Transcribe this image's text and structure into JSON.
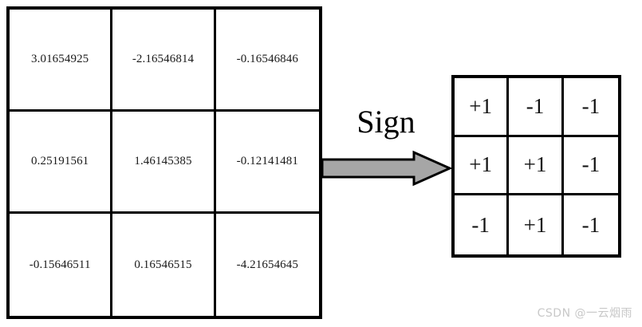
{
  "figure": {
    "operation_label": "Sign",
    "arrow_icon": "right-block-arrow-icon",
    "arrow_fill": "#a6a6a6",
    "arrow_stroke": "#000000",
    "grid_line_color": "#000000",
    "background": "#ffffff"
  },
  "input_matrix": {
    "name": "input-float-matrix",
    "rows": 3,
    "cols": 3,
    "cells": [
      [
        "3.01654925",
        "-2.16546814",
        "-0.16546846"
      ],
      [
        "0.25191561",
        "1.46145385",
        "-0.12141481"
      ],
      [
        "-0.15646511",
        "0.16546515",
        "-4.21654645"
      ]
    ]
  },
  "output_matrix": {
    "name": "output-sign-matrix",
    "rows": 3,
    "cols": 3,
    "cells": [
      [
        "+1",
        "-1",
        "-1"
      ],
      [
        "+1",
        "+1",
        "-1"
      ],
      [
        "-1",
        "+1",
        "-1"
      ]
    ]
  },
  "watermark": {
    "text": "CSDN @一云烟雨",
    "color": "#c8c8c8"
  }
}
